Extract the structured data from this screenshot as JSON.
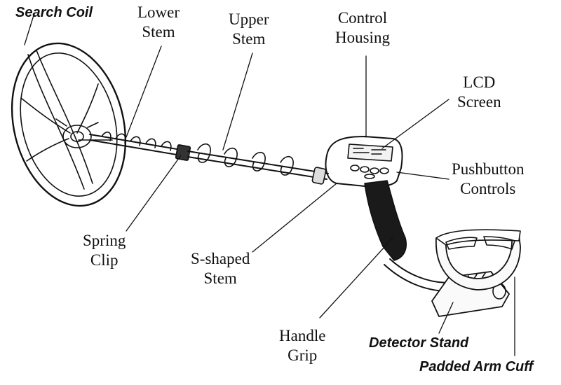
{
  "labels": {
    "search_coil": "Search Coil",
    "lower_stem": [
      "Lower",
      "Stem"
    ],
    "upper_stem": [
      "Upper",
      "Stem"
    ],
    "control_housing": [
      "Control",
      "Housing"
    ],
    "lcd_screen": [
      "LCD",
      "Screen"
    ],
    "pushbutton_controls": [
      "Pushbutton",
      "Controls"
    ],
    "spring_clip": [
      "Spring",
      "Clip"
    ],
    "s_shaped_stem": [
      "S-shaped",
      "Stem"
    ],
    "handle_grip": [
      "Handle",
      "Grip"
    ],
    "detector_stand": "Detector Stand",
    "padded_arm_cuff": "Padded Arm Cuff"
  },
  "colors": {
    "ink": "#111111",
    "grip": "#1a1a1a",
    "background": "#ffffff"
  }
}
